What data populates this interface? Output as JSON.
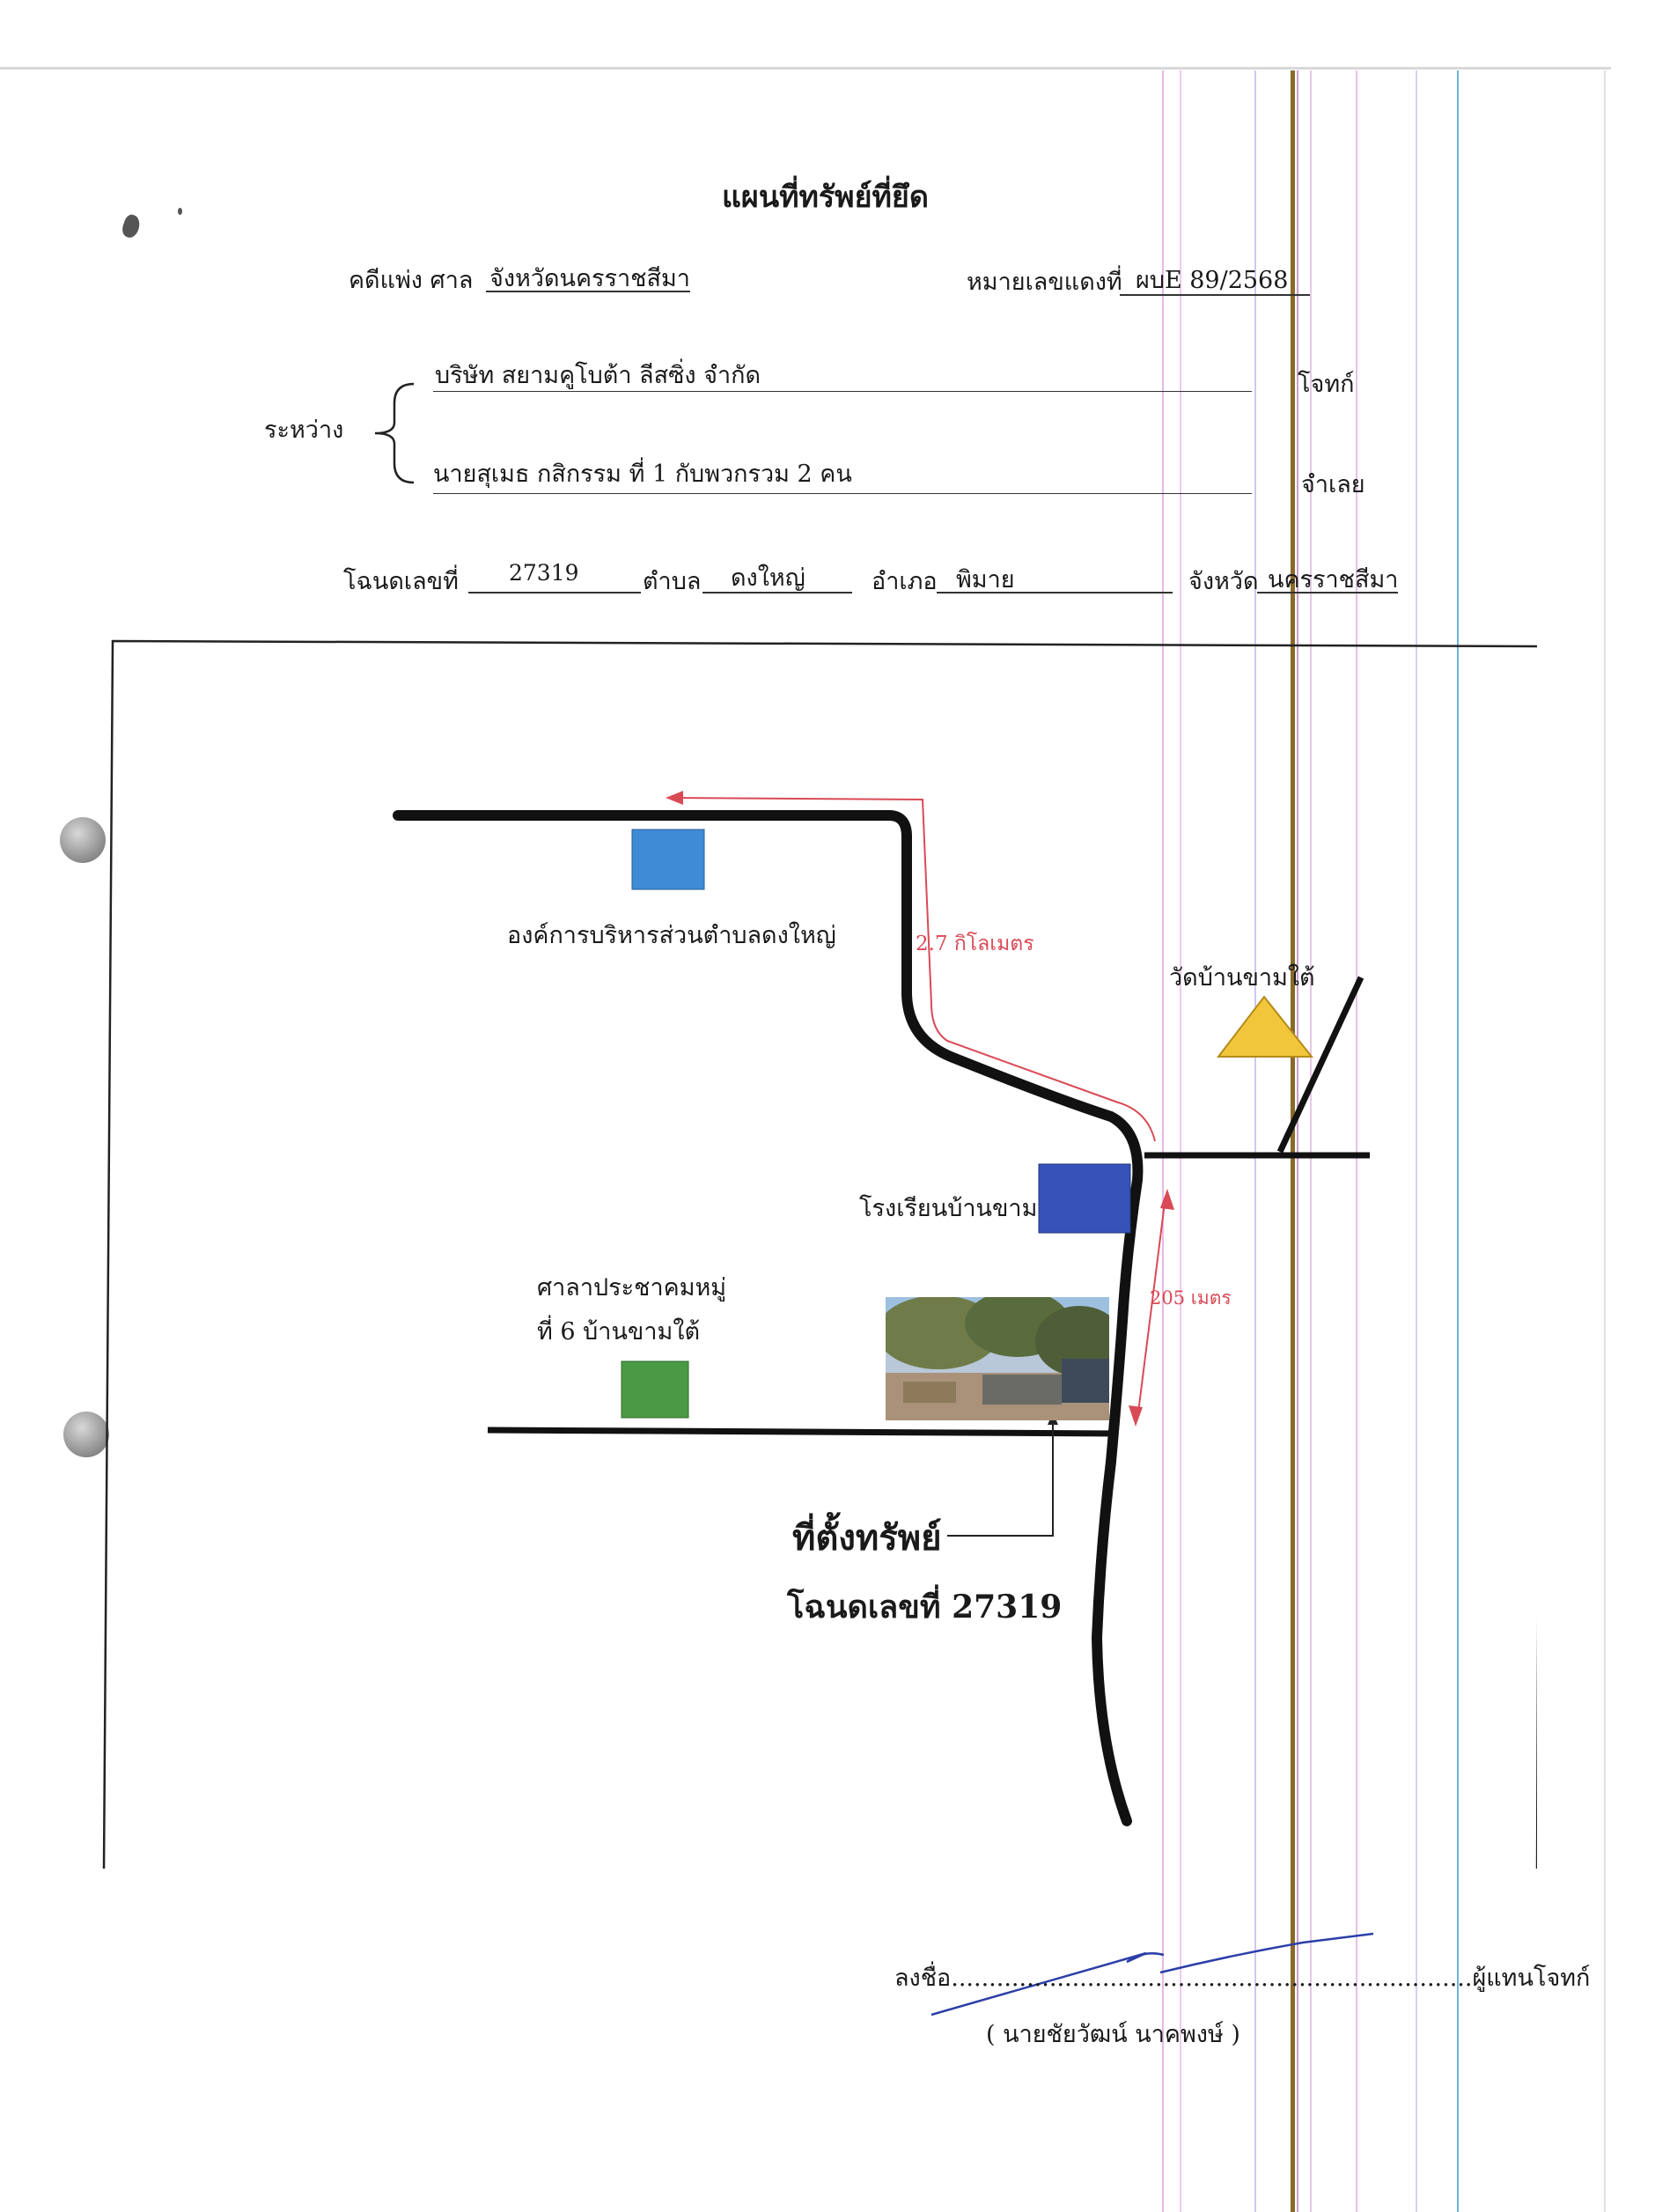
{
  "document": {
    "title": "แผนที่ทรัพย์ที่ยึด",
    "case": {
      "court_label": "คดีแพ่ง ศาล",
      "court_value": "จังหวัดนครราชสีมา",
      "red_number_label": "หมายเลขแดงที่",
      "red_number_value": "ผบE 89/2568"
    },
    "parties": {
      "between_label": "ระหว่าง",
      "plaintiff": "บริษัท สยามคูโบต้า ลีสซิ่ง จำกัด",
      "plaintiff_role": "โจทก์",
      "defendant": "นายสุเมธ กสิกรรม ที่ 1 กับพวกรวม 2 คน",
      "defendant_role": "จำเลย"
    },
    "deed": {
      "deed_label": "โฉนดเลขที่",
      "deed_value": "27319",
      "subdistrict_label": "ตำบล",
      "subdistrict_value": "ดงใหญ่",
      "district_label": "อำเภอ",
      "district_value": "พิมาย",
      "province_label": "จังหวัด",
      "province_value": "นครราชสีมา"
    },
    "signature": {
      "sign_label": "ลงชื่อ.....................................................................ผู้แทนโจทก์",
      "name_line": "( นายชัยวัฒน์   นาคพงษ์ )"
    }
  },
  "map": {
    "landmarks": {
      "sao": "องค์การบริหารส่วนตำบลดงใหญ่",
      "temple": "วัดบ้านขามใต้",
      "school": "โรงเรียนบ้านขาม",
      "hall_line1": "ศาลาประชาคมหมู่",
      "hall_line2": "ที่ 6 บ้านขามใต้"
    },
    "distances": {
      "long": "2.7 กิโลเมตร",
      "short": "205 เมตร"
    },
    "property": {
      "line1": "ที่ตั้งทรัพย์",
      "line2": "โฉนดเลขที่ 27319"
    },
    "colors": {
      "road": "#111111",
      "route_arrow": "#d94a55",
      "sao_box": "#3f8bd6",
      "school_box": "#3553b8",
      "hall_box": "#4a9a45",
      "temple_triangle": "#f2c63a",
      "signature_ink": "#2b3fa8"
    },
    "icons": [
      "temple-triangle-icon",
      "route-arrow-icon",
      "property-photo"
    ]
  }
}
